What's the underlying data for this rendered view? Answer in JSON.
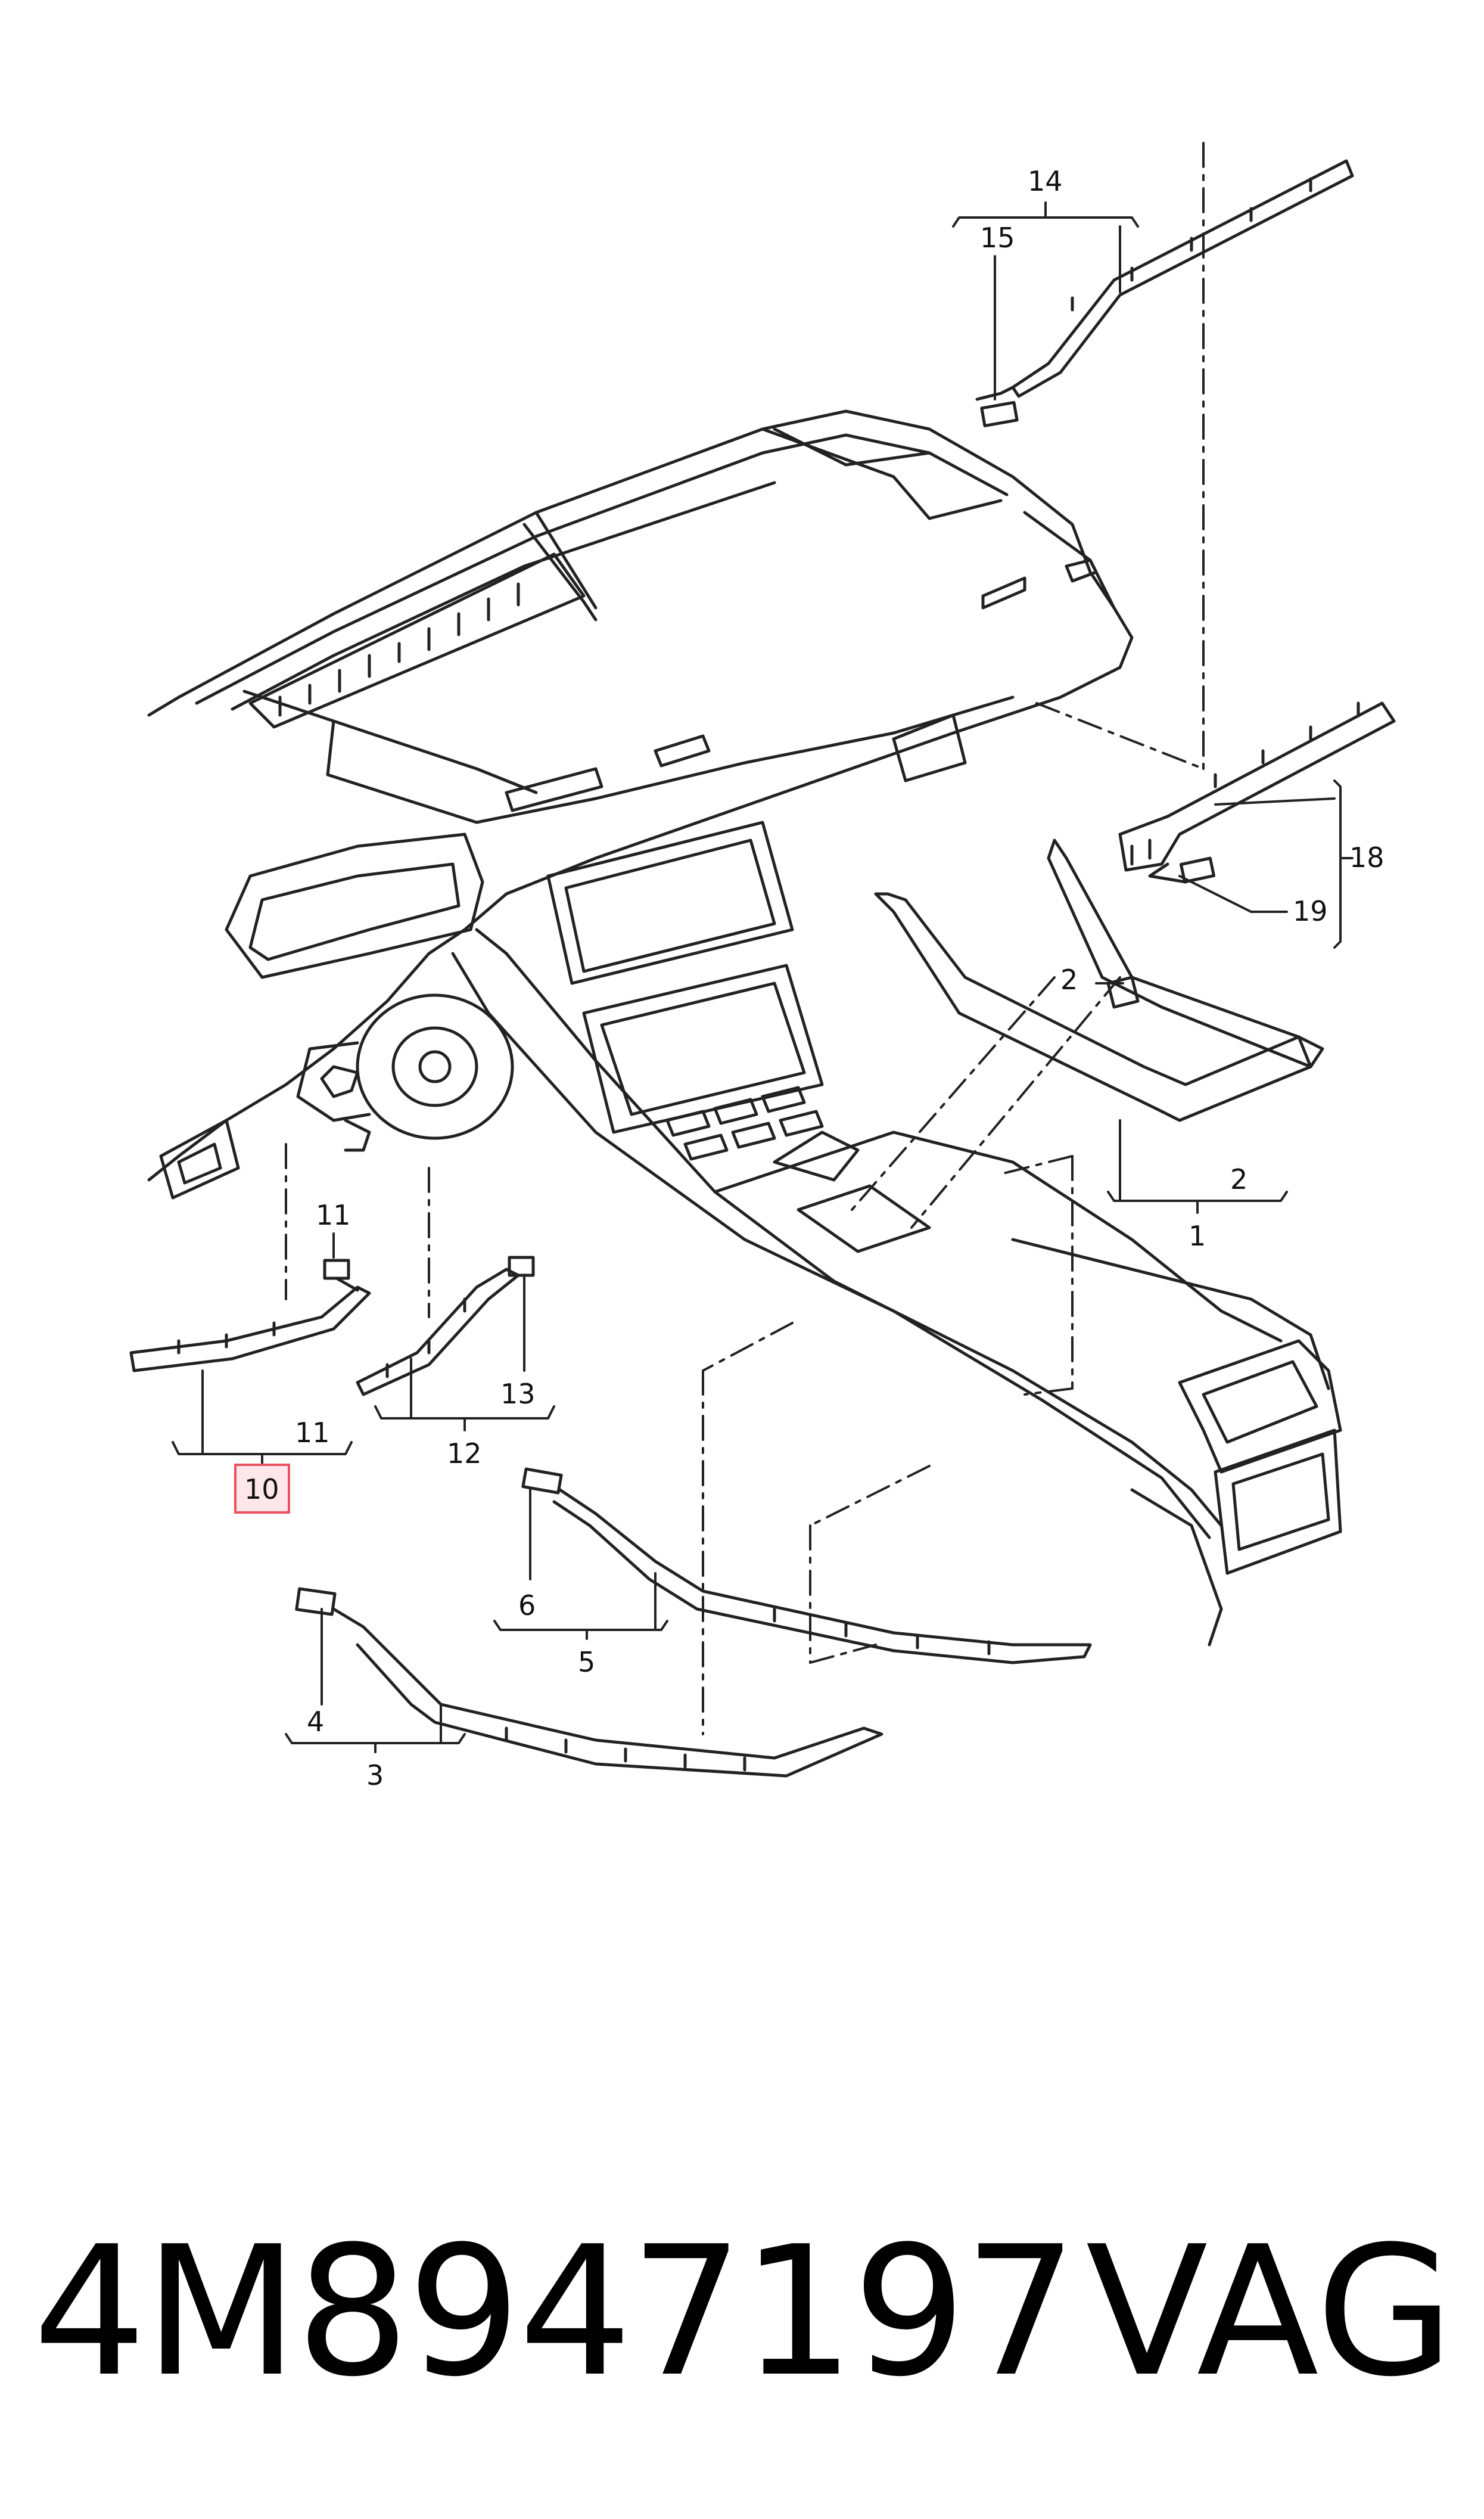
{
  "diagram": {
    "callouts": {
      "c1": "1",
      "c2a": "2",
      "c2b": "2",
      "c3": "3",
      "c4": "4",
      "c5": "5",
      "c6": "6",
      "c10": "10",
      "c11a": "11",
      "c11b": "11",
      "c12": "12",
      "c13": "13",
      "c14": "14",
      "c15": "15",
      "c18": "18",
      "c19": "19"
    },
    "highlight_color": "#e8525f",
    "highlight_fill": "#fde7ea"
  },
  "footer": {
    "part_number": "4M8947197",
    "brand": "VAG"
  }
}
